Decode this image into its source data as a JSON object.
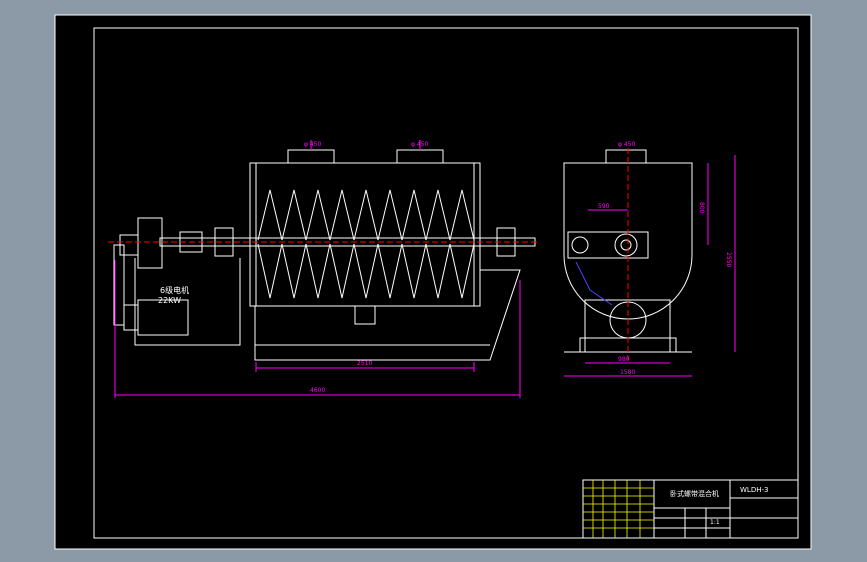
{
  "drawing": {
    "colors": {
      "background": "#8c9aa8",
      "sheet": "#000000",
      "outline": "#ffffff",
      "dimension": "#ff00ff",
      "centerline": "#ff0000",
      "hidden": "#0000ff",
      "grid": "#ffff00"
    },
    "front_view": {
      "nozzle_left": "φ 450",
      "nozzle_right": "φ 450",
      "length_dim": "2510",
      "overall_dim": "4600",
      "motor_label": "6级电机",
      "motor_power": "22KW"
    },
    "side_view": {
      "nozzle": "φ 450",
      "dim_top_width": "590",
      "dim_height_small": "800",
      "dim_height_total": "2550",
      "dim_base": "980",
      "dim_width": "1580"
    },
    "title_block": {
      "drawing_no": "WLDH-3",
      "title": "卧式螺带混合机",
      "scale": "1:1"
    }
  }
}
